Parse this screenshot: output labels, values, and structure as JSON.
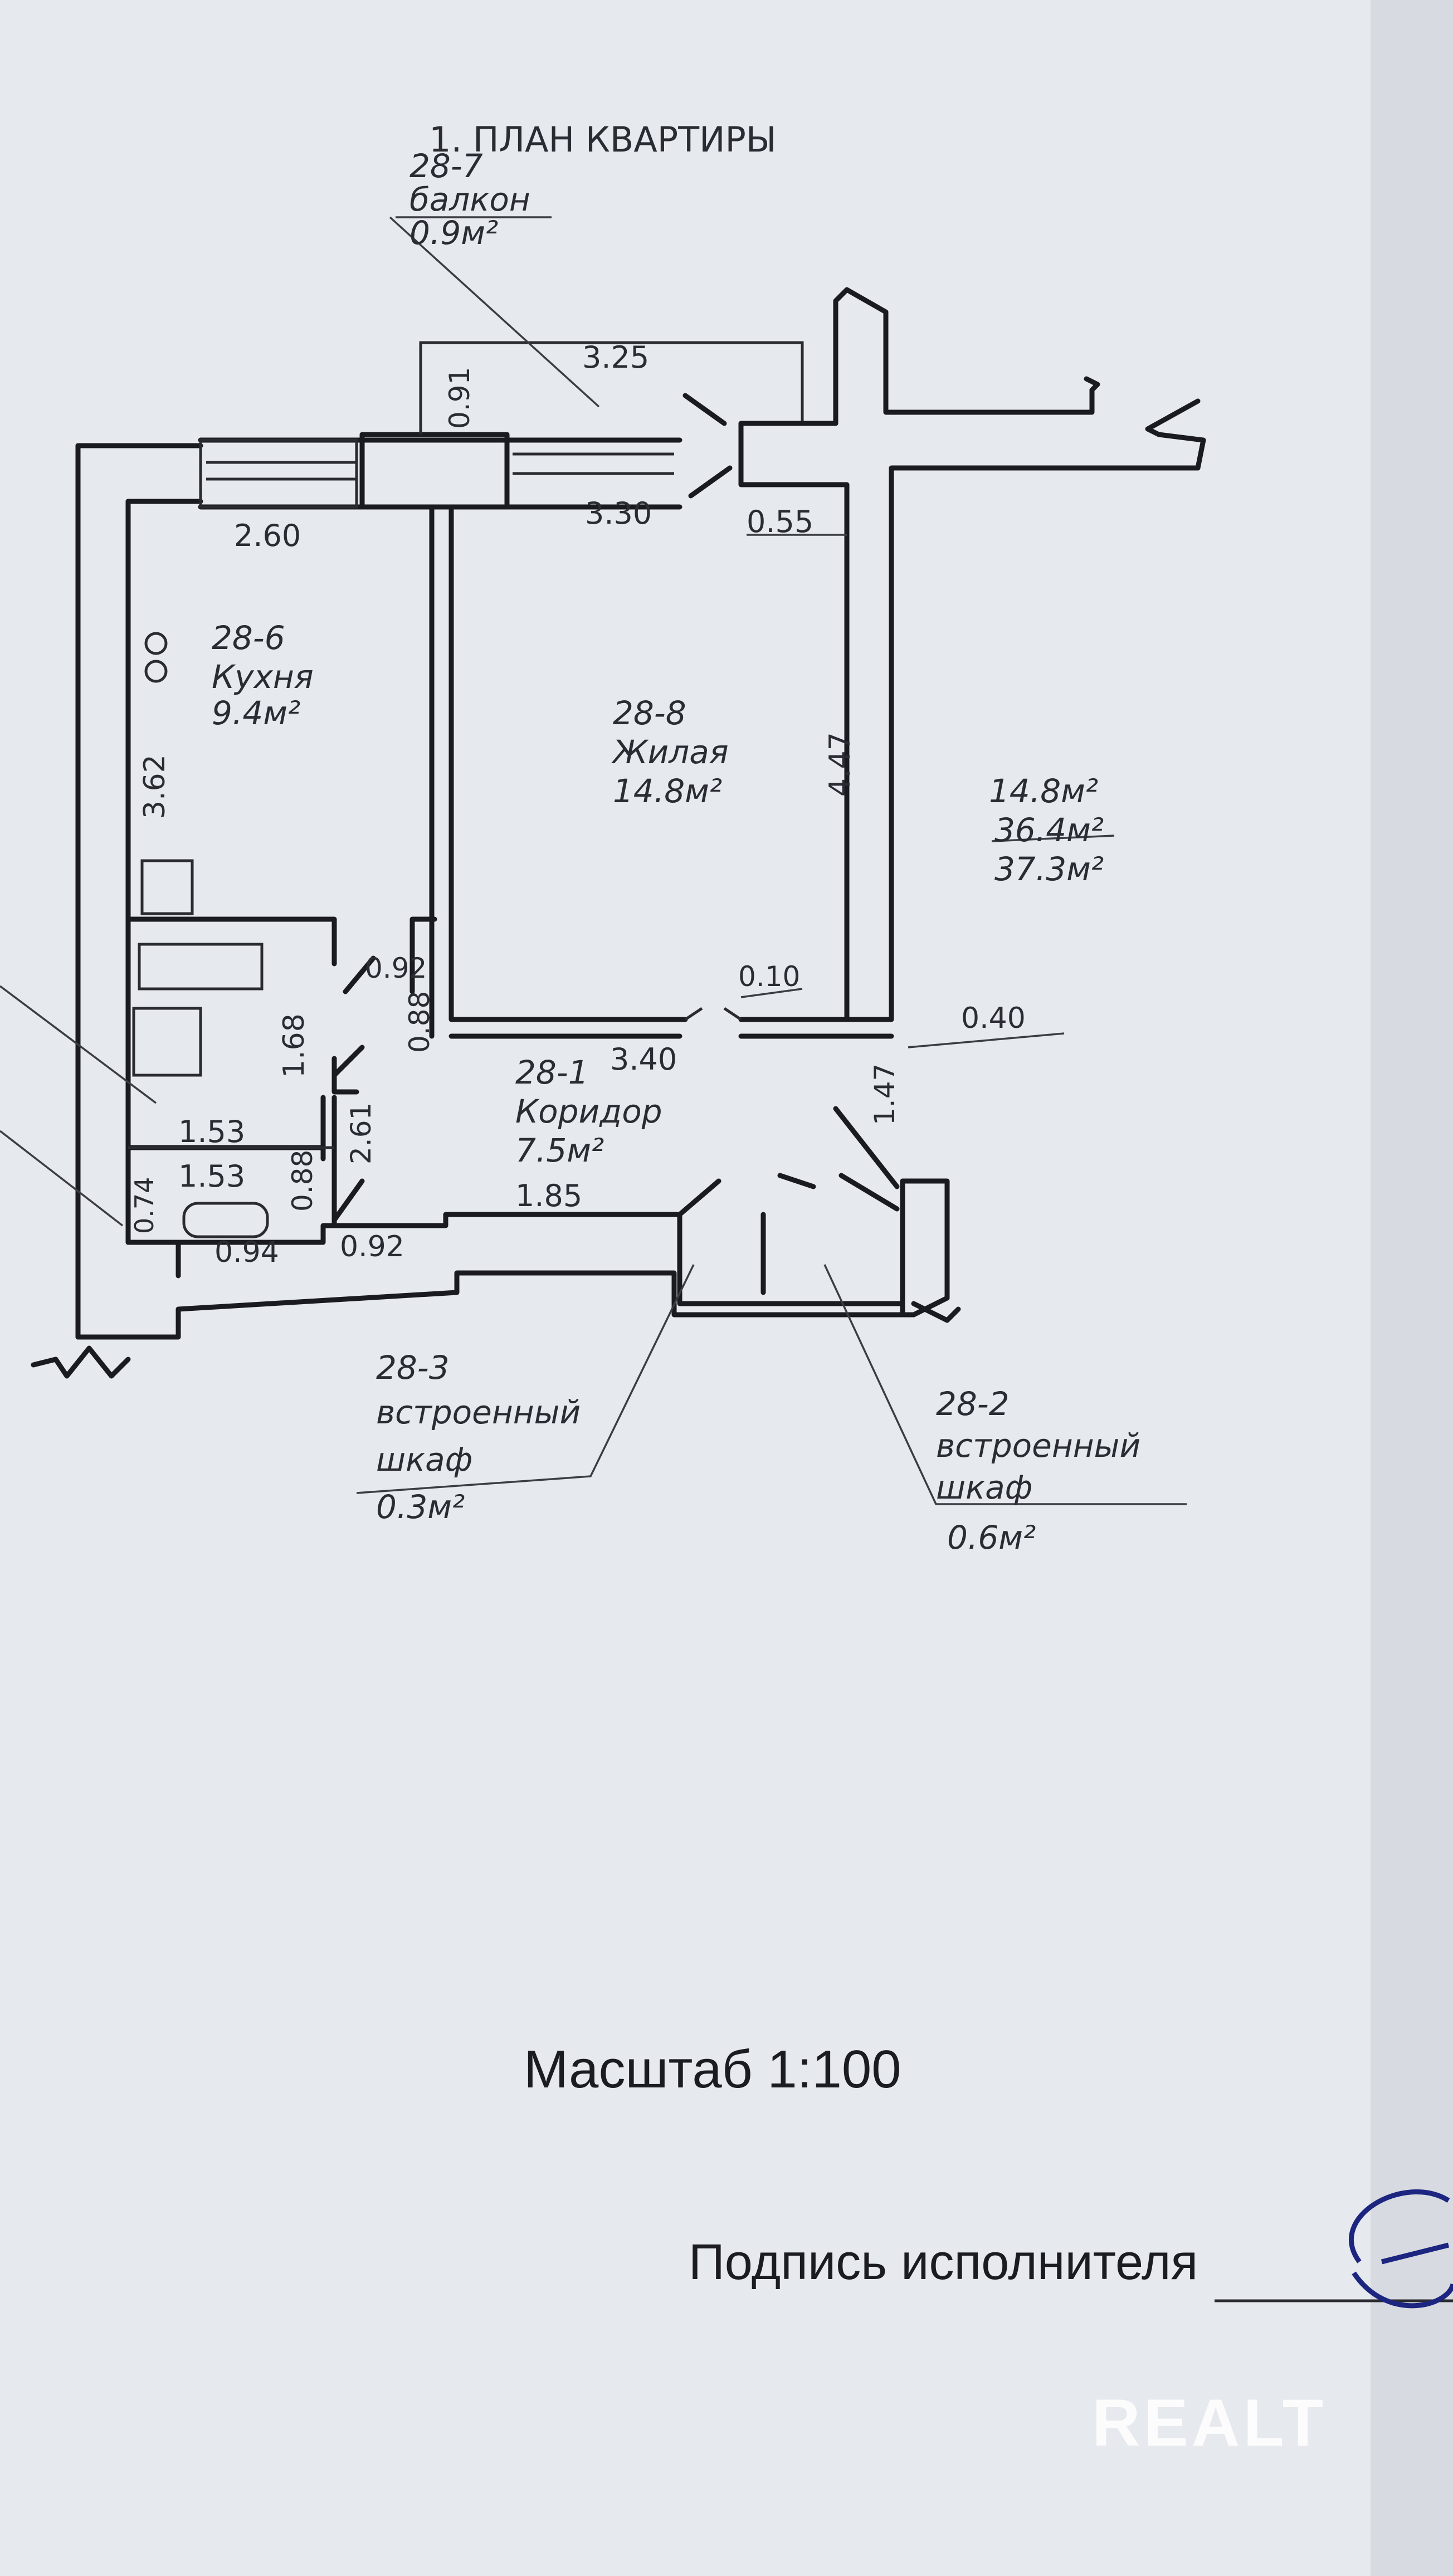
{
  "title": "1. ПЛАН КВАРТИРЫ",
  "rooms": {
    "balcony": {
      "number": "28-7",
      "name": "балкон",
      "area": "0.9м²"
    },
    "kitchen": {
      "number": "28-6",
      "name": "Кухня",
      "area": "9.4м²"
    },
    "living": {
      "number": "28-8",
      "name": "Жилая",
      "area": "14.8м²"
    },
    "corridor": {
      "number": "28-1",
      "name": "Коридор",
      "area": "7.5м²"
    },
    "closet3": {
      "number": "28-3",
      "name_line1": "встроенный",
      "name_line2": "шкаф",
      "area": "0.3м²"
    },
    "closet2": {
      "number": "28-2",
      "name_line1": "встроенный",
      "name_line2": "шкаф",
      "area": "0.6м²"
    }
  },
  "totals": [
    "14.8м²",
    "36.4м²",
    "37.3м²"
  ],
  "dims": {
    "d325": "3.25",
    "d091": "0.91",
    "d260": "2.60",
    "d330": "3.30",
    "d055": "0.55",
    "d362": "3.62",
    "d447": "4.47",
    "d092a": "0.92",
    "d088a": "0.88",
    "d168": "1.68",
    "d010": "0.10",
    "d040": "0.40",
    "d340": "3.40",
    "d261": "2.61",
    "d147": "1.47",
    "d153a": "1.53",
    "d153b": "1.53",
    "d074": "0.74",
    "d088b": "0.88",
    "d185": "1.85",
    "d094": "0.94",
    "d092b": "0.92"
  },
  "scale": "Масштаб 1:100",
  "signature": "Подпись исполнителя",
  "watermark": "REALT"
}
